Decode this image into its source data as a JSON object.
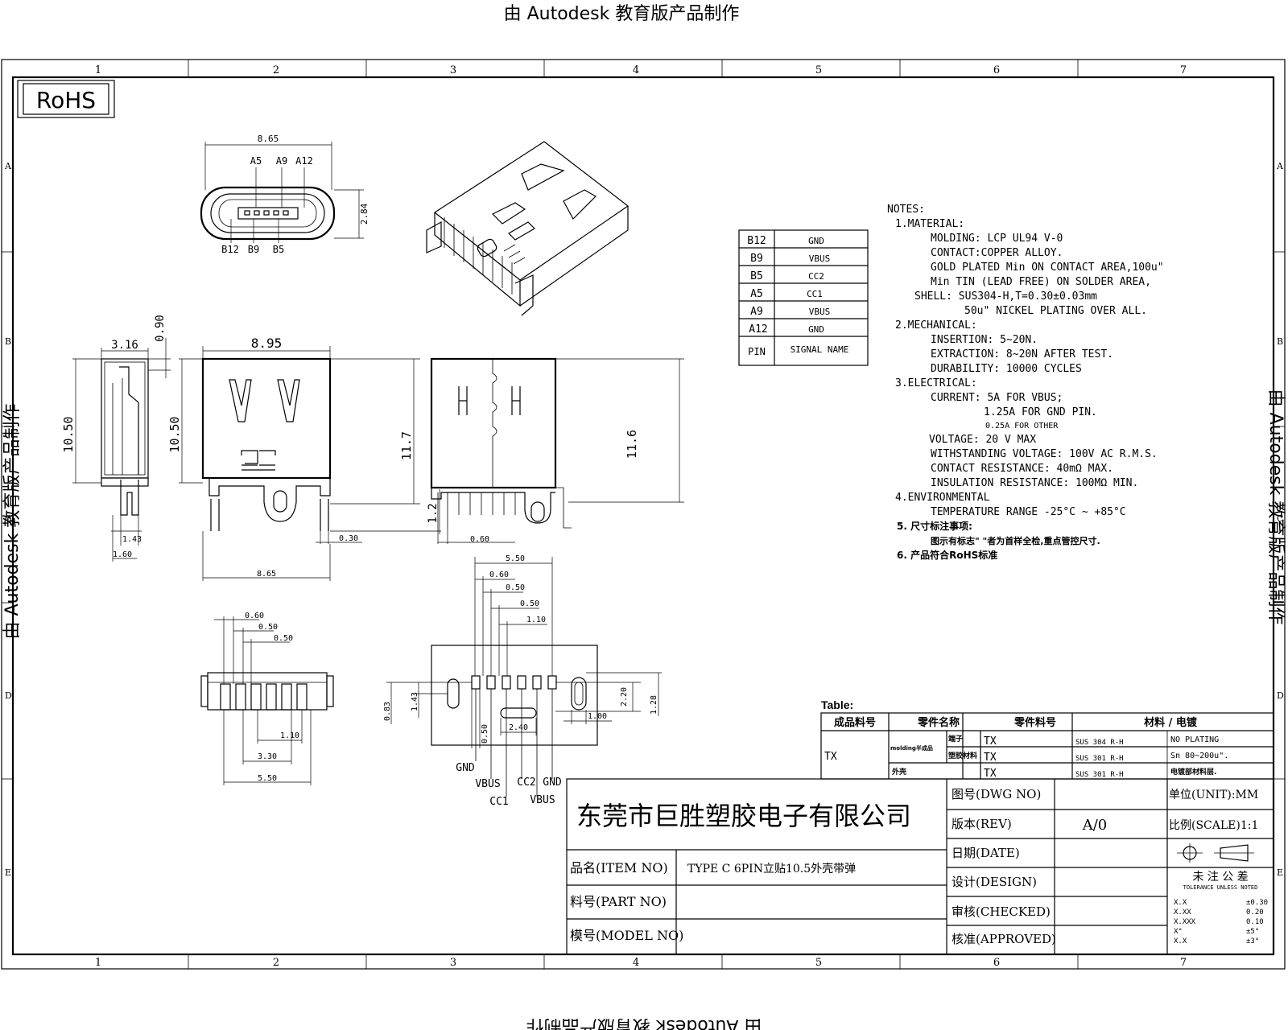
{
  "watermark": {
    "top": "由 Autodesk 教育版产品制作",
    "bottom": "由 Autodesk 教育版产品制作",
    "left": "由 Autodesk 教育版产品制作",
    "right": "由 Autodesk 教育版产品制作"
  },
  "rohs": "RoHS",
  "zones": {
    "cols": [
      "1",
      "2",
      "3",
      "4",
      "5",
      "6",
      "7"
    ],
    "rows": [
      "A",
      "B",
      "C",
      "D",
      "E"
    ]
  },
  "front_view": {
    "width_label": "8.65",
    "height_label": "2.84",
    "top_pins": [
      "A5",
      "A9",
      "A12"
    ],
    "bottom_pins": [
      "B12",
      "B9",
      "B5"
    ]
  },
  "side_view": {
    "dims": [
      "3.16",
      "0.90",
      "10.50",
      "1.43",
      "1.60"
    ]
  },
  "top_view": {
    "dims": [
      "8.95",
      "10.50",
      "11.7",
      "1.2",
      "0.30",
      "8.65"
    ]
  },
  "rear_view": {
    "dims": [
      "11.6",
      "0.60"
    ]
  },
  "pin_table": {
    "rows": [
      {
        "pin": "B12",
        "signal": "GND"
      },
      {
        "pin": "B9",
        "signal": "VBUS"
      },
      {
        "pin": "B5",
        "signal": "CC2"
      },
      {
        "pin": "A5",
        "signal": "CC1"
      },
      {
        "pin": "A9",
        "signal": "VBUS"
      },
      {
        "pin": "A12",
        "signal": "GND"
      }
    ],
    "header": {
      "pin": "PIN",
      "signal": "SIGNAL  NAME"
    }
  },
  "notes": [
    "NOTES:",
    "1.MATERIAL:",
    "MOLDING: LCP UL94 V-0",
    "CONTACT:COPPER  ALLOY.",
    "GOLD PLATED Min ON CONTACT AREA,100u\"",
    "Min TIN (LEAD FREE) ON SOLDER AREA,",
    "SHELL: SUS304-H,T=0.30±0.03mm",
    "50u\" NICKEL PLATING OVER ALL.",
    "2.MECHANICAL:",
    "INSERTION: 5~20N.",
    "EXTRACTION: 8~20N AFTER TEST.",
    "DURABILITY: 10000 CYCLES",
    "3.ELECTRICAL:",
    "CURRENT: 5A FOR VBUS;",
    "1.25A FOR GND PIN.",
    "0.25A FOR OTHER",
    "VOLTAGE: 20 V MAX",
    "WITHSTANDING VOLTAGE: 100V AC R.M.S.",
    "CONTACT RESISTANCE: 40mΩ MAX.",
    "INSULATION RESISTANCE: 100MΩ MIN.",
    "4.ENVIRONMENTAL",
    "TEMPERATURE RANGE -25°C ~ +85°C",
    "5. 尺寸标注事项:",
    "图示有标志\"  \"者为首样全检,重点管控尺寸.",
    "6. 产品符合RoHS标准"
  ],
  "side_bottom": {
    "dims": [
      "0.60",
      "0.50",
      "0.50",
      "1.10",
      "3.30",
      "5.50"
    ]
  },
  "footprint": {
    "dims_top": [
      "5.50",
      "0.60",
      "0.50",
      "0.50",
      "1.10"
    ],
    "dims_side": [
      "0.83",
      "1.43",
      "2.20",
      "1.28"
    ],
    "dims_bottom": [
      "0.50",
      "2.40",
      "1.00"
    ],
    "pin_labels": [
      "GND",
      "VBUS",
      "CC1",
      "CC2",
      "VBUS",
      "GND"
    ]
  },
  "bom": {
    "title": "Table:",
    "headers": [
      "成品料号",
      "零件名称",
      "零件料号",
      "材料 / 电镀"
    ],
    "product": "TX",
    "group": "molding半成品",
    "rows": [
      {
        "part": "端子",
        "code": "TX",
        "material": "SUS 304 R-H",
        "plating": "NO PLATING"
      },
      {
        "part": "塑胶材料",
        "code": "TX",
        "material": "SUS 301 R-H",
        "plating": "Sn 80~200u\"."
      },
      {
        "part": "外壳",
        "code": "TX",
        "material": "SUS 301 R-H",
        "plating": "电镀部材料层."
      }
    ]
  },
  "title_block": {
    "company": "东莞市巨胜塑胶电子有限公司",
    "item_label": "品名(ITEM NO)",
    "item_value": "TYPE C 6PIN立贴10.5外壳带弹",
    "part_label": "料号(PART NO)",
    "part_value": "",
    "model_label": "模号(MODEL NO)",
    "model_value": "",
    "dwg_label": "图号(DWG NO)",
    "dwg_value": "",
    "rev_label": "版本(REV)",
    "rev_value": "A/0",
    "date_label": "日期(DATE)",
    "design_label": "设计(DESIGN)",
    "checked_label": "审核(CHECKED)",
    "approved_label": "核准(APPROVED)",
    "unit_label": "单位(UNIT):MM",
    "scale_label": "比例(SCALE)1:1",
    "tolerance_title": "未 注 公 差",
    "tolerance_sub": "TOLERANCE UNLESS NOTED",
    "tolerances": [
      {
        "k": "X.X",
        "v": "±0.30"
      },
      {
        "k": "X.XX",
        "v": "0.20"
      },
      {
        "k": "X.XXX",
        "v": "0.10"
      },
      {
        "k": "X°",
        "v": "±5°"
      },
      {
        "k": "X.X",
        "v": "±3°"
      }
    ]
  }
}
